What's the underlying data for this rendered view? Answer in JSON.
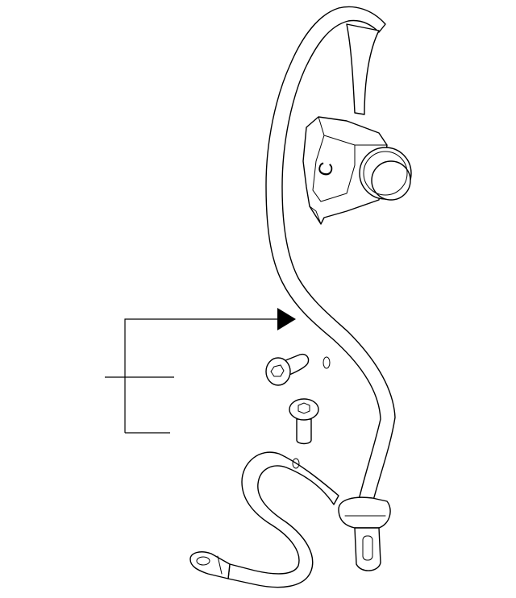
{
  "diagram": {
    "parts": [
      {
        "id": "retractor",
        "icon": "seat-belt-retractor"
      },
      {
        "id": "belt-webbing",
        "icon": "belt-webbing"
      },
      {
        "id": "flange-bolt",
        "icon": "hex-socket-bolt"
      },
      {
        "id": "mounting-bolt",
        "icon": "hex-socket-bolt"
      },
      {
        "id": "anchor-strap",
        "icon": "anchor-plate"
      },
      {
        "id": "tongue-plate",
        "icon": "latch-tongue"
      }
    ],
    "leader_style": {
      "color": "#000000",
      "arrow": "filled-triangle"
    }
  }
}
